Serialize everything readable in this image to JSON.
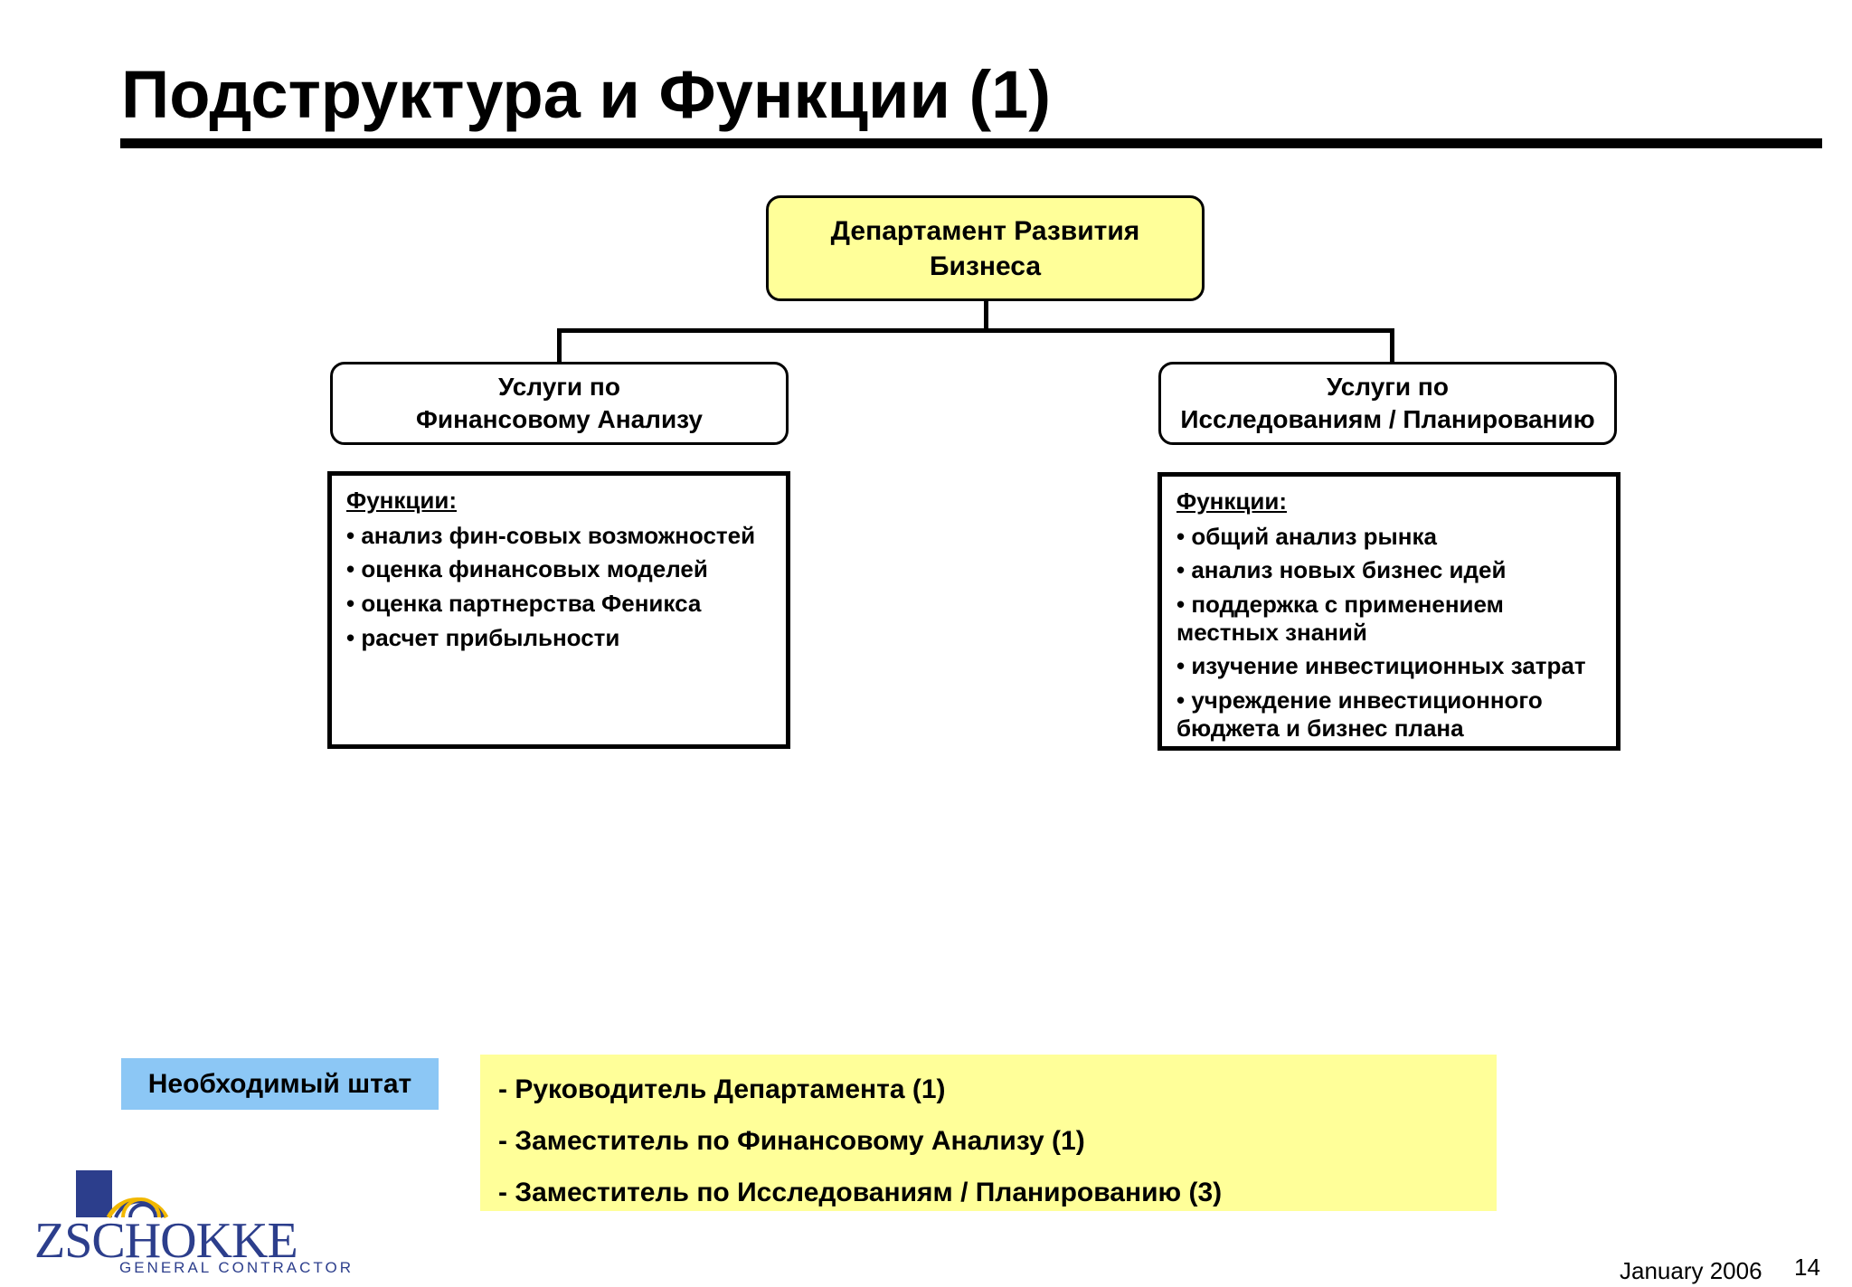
{
  "title": "Подструктура и Функции (1)",
  "org": {
    "top": {
      "line1": "Департамент Развития",
      "line2": "Бизнеса"
    },
    "left": {
      "line1": "Услуги по",
      "line2": "Финансовому Анализу"
    },
    "right": {
      "line1": "Услуги по",
      "line2": "Исследованиям / Планированию"
    }
  },
  "functions": {
    "left": {
      "heading": "Функции:",
      "items": [
        "анализ фин-совых возможностей",
        "оценка финансовых моделей",
        "оценка партнерства Феникса",
        "расчет прибыльности"
      ]
    },
    "right": {
      "heading": "Функции:",
      "items": [
        "общий анализ рынка",
        "анализ новых бизнес идей",
        "поддержка с применением местных знаний",
        "изучение инвестиционных затрат",
        "учреждение инвестиционного бюджета и бизнес плана"
      ]
    }
  },
  "staff": {
    "label": "Необходимый штат",
    "items": [
      "- Руководитель Департамента (1)",
      "- Заместитель по Финансовому Анализу (1)",
      "- Заместитель по Исследованиям / Планированию (3)"
    ]
  },
  "logo": {
    "word": "ZSCHOKKE",
    "sub": "GENERAL CONTRACTOR"
  },
  "footer": {
    "date": "January 2006",
    "page": "14"
  },
  "colors": {
    "highlight": "#ffff99",
    "staff_label": "#8cc7f5",
    "logo": "#2c3e8c"
  }
}
